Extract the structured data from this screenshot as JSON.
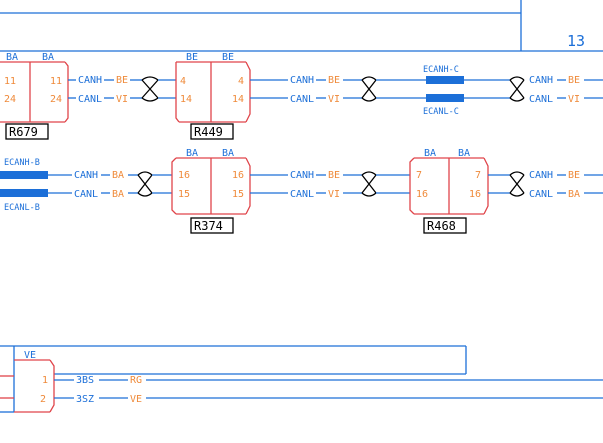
{
  "page_number": "13",
  "colors": {
    "blue": "#1c6fd8",
    "red": "#e0454a",
    "orange": "#ef8a3a",
    "black": "#000000"
  },
  "connectors": {
    "r679": {
      "label": "R679",
      "left_tag": "BA",
      "right_tag": "BA",
      "pins_left": [
        "11",
        "24"
      ],
      "pins_right": [
        "11",
        "24"
      ]
    },
    "r449": {
      "label": "R449",
      "left_tag": "BE",
      "right_tag": "BE",
      "pins_left": [
        "4",
        "14"
      ],
      "pins_right": [
        "4",
        "14"
      ]
    },
    "r374": {
      "label": "R374",
      "left_tag": "BA",
      "right_tag": "BA",
      "pins_left": [
        "16",
        "15"
      ],
      "pins_right": [
        "16",
        "15"
      ]
    },
    "r468": {
      "label": "R468",
      "left_tag": "BA",
      "right_tag": "BA",
      "pins_left": [
        "7",
        "16"
      ],
      "pins_right": [
        "7",
        "16"
      ]
    },
    "ve": {
      "tag": "VE",
      "pins": [
        "1",
        "2"
      ]
    }
  },
  "wires": {
    "canh": "CANH",
    "canl": "CANL",
    "be": "BE",
    "vi": "VI",
    "ba": "BA",
    "ecanh_b": "ECANH-B",
    "ecanl_b": "ECANL-B",
    "ecanh_c": "ECANH-C",
    "ecanl_c": "ECANL-C",
    "w3bs": "3BS",
    "w3sz": "3SZ",
    "rg": "RG",
    "ve": "VE"
  }
}
